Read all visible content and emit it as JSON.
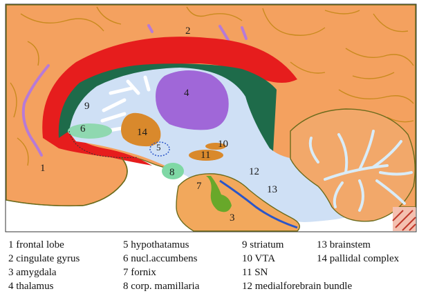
{
  "colors": {
    "cortex": "#f4a15f",
    "cortex_outline": "#6b6b1c",
    "white_matter": "#cfe0f5",
    "cingulate": "#e61d1d",
    "dark_green": "#1e6b4a",
    "thalamus": "#a067d8",
    "pallidal": "#d9892c",
    "accumbens": "#8fd8b0",
    "mamillary": "#7fd8a5",
    "fornix": "#68a82a",
    "amygdala": "#f2a85c",
    "cerebellum": "#f2a86a",
    "cerebellum_arbor": "#d9ecf8",
    "brainstem": "#cfe0f5",
    "mfb_line": "#2a55c8",
    "gyri_lines": "#c98a1e",
    "purple_vessels": "#b77ad6"
  },
  "region_labels": {
    "r1": "1",
    "r2": "2",
    "r3": "3",
    "r4": "4",
    "r5": "5",
    "r6": "6",
    "r7": "7",
    "r8": "8",
    "r9": "9",
    "r10": "10",
    "r11": "11",
    "r12": "12",
    "r13": "13",
    "r14": "14"
  },
  "legend": [
    {
      "text": "1 frontal lobe"
    },
    {
      "text": "2 cingulate gyrus"
    },
    {
      "text": "3 amygdala"
    },
    {
      "text": "4 thalamus"
    },
    {
      "text": "5 hypothatamus"
    },
    {
      "text": "6 nucl.accumbens"
    },
    {
      "text": "7 fornix"
    },
    {
      "text": "8 corp. mamillaria"
    },
    {
      "text": "9 striatum"
    },
    {
      "text": "10 VTA"
    },
    {
      "text": "11 SN"
    },
    {
      "text": "12 medialforebrain bundle"
    },
    {
      "text": "13  brainstem"
    },
    {
      "text": "14   pallidal complex"
    }
  ]
}
